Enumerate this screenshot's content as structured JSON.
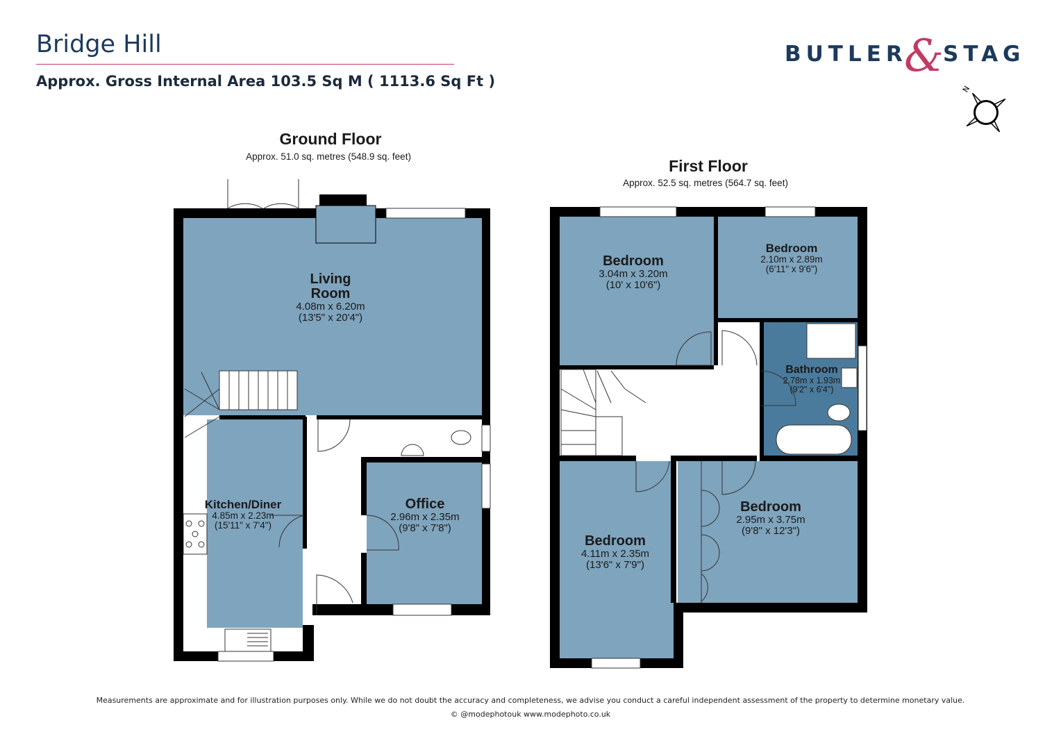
{
  "header": {
    "title": "Bridge Hill",
    "area": "Approx. Gross Internal Area 103.5 Sq M ( 1113.6 Sq Ft )"
  },
  "brand": {
    "left": "BUTLER",
    "amp": "&",
    "right": "STAG"
  },
  "compass": {
    "north_label": "N"
  },
  "colors": {
    "room": "#7fa4bd",
    "bathroom": "#4b7b9c",
    "wall": "#000000",
    "accent": "#c23a62",
    "navy": "#1c3a5c"
  },
  "ground_floor": {
    "title": "Ground Floor",
    "area": "Approx. 51.0 sq. metres (548.9 sq. feet)",
    "rooms": [
      {
        "name_lines": [
          "Living",
          "Room"
        ],
        "dims": "4.08m x 6.20m",
        "imperial": "(13'5\" x 20'4\")"
      },
      {
        "name_lines": [
          "Kitchen/Diner"
        ],
        "dims": "4.85m x 2.23m",
        "imperial": "(15'11\" x 7'4\")"
      },
      {
        "name_lines": [
          "Office"
        ],
        "dims": "2.96m x 2.35m",
        "imperial": "(9'8\" x 7'8\")"
      }
    ]
  },
  "first_floor": {
    "title": "First Floor",
    "area": "Approx. 52.5 sq. metres (564.7 sq. feet)",
    "rooms": [
      {
        "name_lines": [
          "Bedroom"
        ],
        "dims": "3.04m x 3.20m",
        "imperial": "(10' x 10'6\")"
      },
      {
        "name_lines": [
          "Bedroom"
        ],
        "dims": "2.10m x 2.89m",
        "imperial": "(6'11\" x 9'6\")"
      },
      {
        "name_lines": [
          "Bathroom"
        ],
        "dims": "2.78m x 1.93m",
        "imperial": "(9'2\" x 6'4\")"
      },
      {
        "name_lines": [
          "Bedroom"
        ],
        "dims": "4.11m x 2.35m",
        "imperial": "(13'6\" x 7'9\")"
      },
      {
        "name_lines": [
          "Bedroom"
        ],
        "dims": "2.95m x 3.75m",
        "imperial": "(9'8\" x 12'3\")"
      }
    ]
  },
  "footer": {
    "disclaimer": "Measurements are approximate and for illustration purposes only.  While we do not doubt the accuracy and completeness, we advise you conduct a careful independent assessment of the property to determine monetary value.",
    "credit": "© @modephotouk www.modephoto.co.uk"
  }
}
